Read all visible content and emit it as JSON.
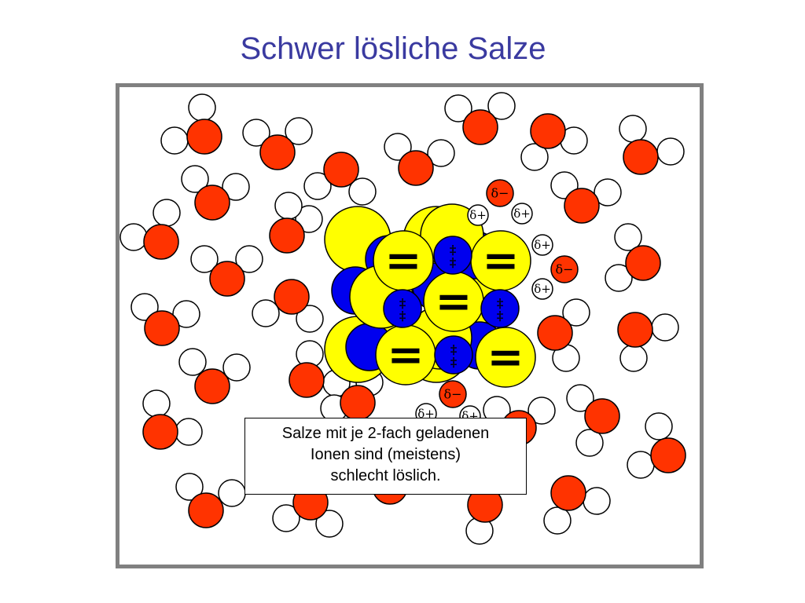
{
  "title": "Schwer lösliche Salze",
  "note": {
    "lines": [
      "Salze mit je 2-fach geladenen",
      "Ionen sind (meistens)",
      "schlecht löslich."
    ]
  },
  "labels": {
    "delta_minus": "δ−",
    "delta_plus": "δ+",
    "anion_charge": "=",
    "cation_charge": "‡"
  },
  "colors": {
    "title": "#3a3aa0",
    "oxygen": "#ff3300",
    "hydrogen": "#ffffff",
    "anion": "#ffff00",
    "cation": "#0000ee",
    "frame": "#808080"
  }
}
